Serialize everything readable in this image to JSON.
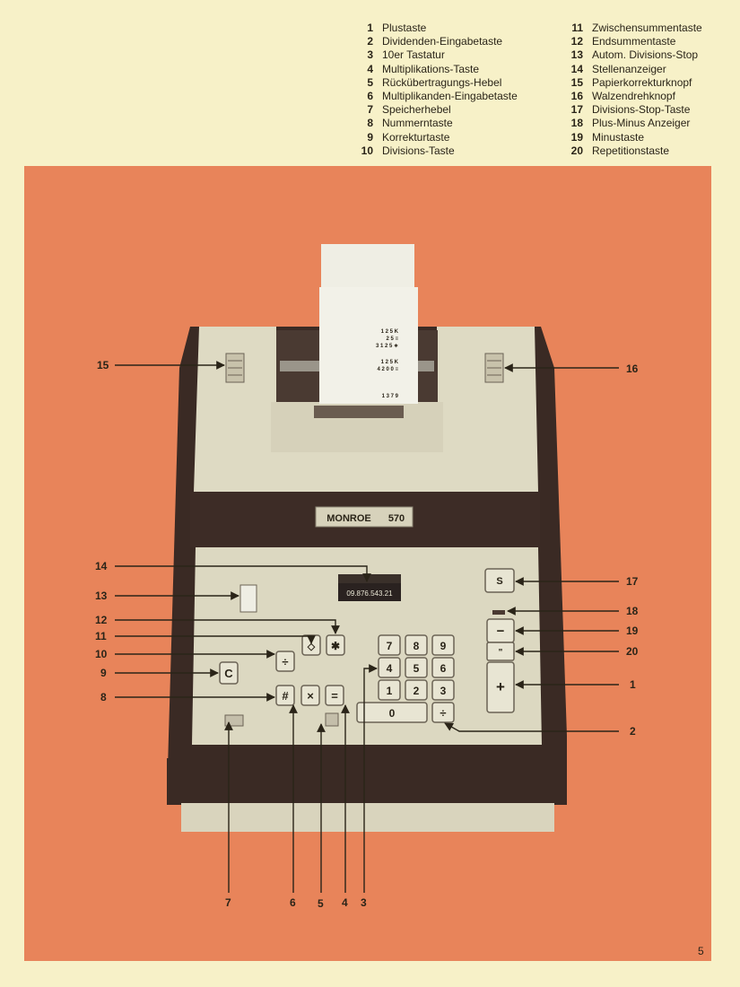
{
  "legend": {
    "left": [
      {
        "num": "1",
        "label": "Plustaste"
      },
      {
        "num": "2",
        "label": "Dividenden-Eingabetaste"
      },
      {
        "num": "3",
        "label": "10er Tastatur"
      },
      {
        "num": "4",
        "label": "Multiplikations-Taste"
      },
      {
        "num": "5",
        "label": "Rückübertragungs-Hebel"
      },
      {
        "num": "6",
        "label": "Multiplikanden-Eingabetaste"
      },
      {
        "num": "7",
        "label": "Speicherhebel"
      },
      {
        "num": "8",
        "label": "Nummerntaste"
      },
      {
        "num": "9",
        "label": "Korrekturtaste"
      },
      {
        "num": "10",
        "label": "Divisions-Taste"
      }
    ],
    "right": [
      {
        "num": "11",
        "label": "Zwischensummentaste"
      },
      {
        "num": "12",
        "label": "Endsummentaste"
      },
      {
        "num": "13",
        "label": "Autom. Divisions-Stop"
      },
      {
        "num": "14",
        "label": "Stellenanzeiger"
      },
      {
        "num": "15",
        "label": "Papierkorrekturknopf"
      },
      {
        "num": "16",
        "label": "Walzendrehknopf"
      },
      {
        "num": "17",
        "label": "Divisions-Stop-Taste"
      },
      {
        "num": "18",
        "label": "Plus-Minus Anzeiger"
      },
      {
        "num": "19",
        "label": "Minustaste"
      },
      {
        "num": "20",
        "label": "Repetitionstaste"
      }
    ]
  },
  "machine": {
    "brand": "MONROE",
    "model": "570",
    "display_value": "09.876.543.21",
    "paper_lines": [
      "1 2 5 K",
      "2 5 ≡",
      "3 1 2 5 ∗",
      "1 2 5 K",
      "4 2 0 0 ≡",
      "1 3 7 9"
    ],
    "keys": {
      "digits": [
        "7",
        "8",
        "9",
        "4",
        "5",
        "6",
        "1",
        "2",
        "3"
      ],
      "zero": "0",
      "dividend": "÷",
      "divide": "÷",
      "subtotal": "◇",
      "total": "✱",
      "correction": "C",
      "number": "#",
      "multiply": "×",
      "equals": "=",
      "div_stop": "S",
      "minus": "−",
      "repeat": "\"",
      "plus": "+"
    }
  },
  "callouts": {
    "c1": "1",
    "c2": "2",
    "c3": "3",
    "c4": "4",
    "c5": "5",
    "c6": "6",
    "c7": "7",
    "c8": "8",
    "c9": "9",
    "c10": "10",
    "c11": "11",
    "c12": "12",
    "c13": "13",
    "c14": "14",
    "c15": "15",
    "c16": "16",
    "c17": "17",
    "c18": "18",
    "c19": "19",
    "c20": "20"
  },
  "page_number": "5"
}
